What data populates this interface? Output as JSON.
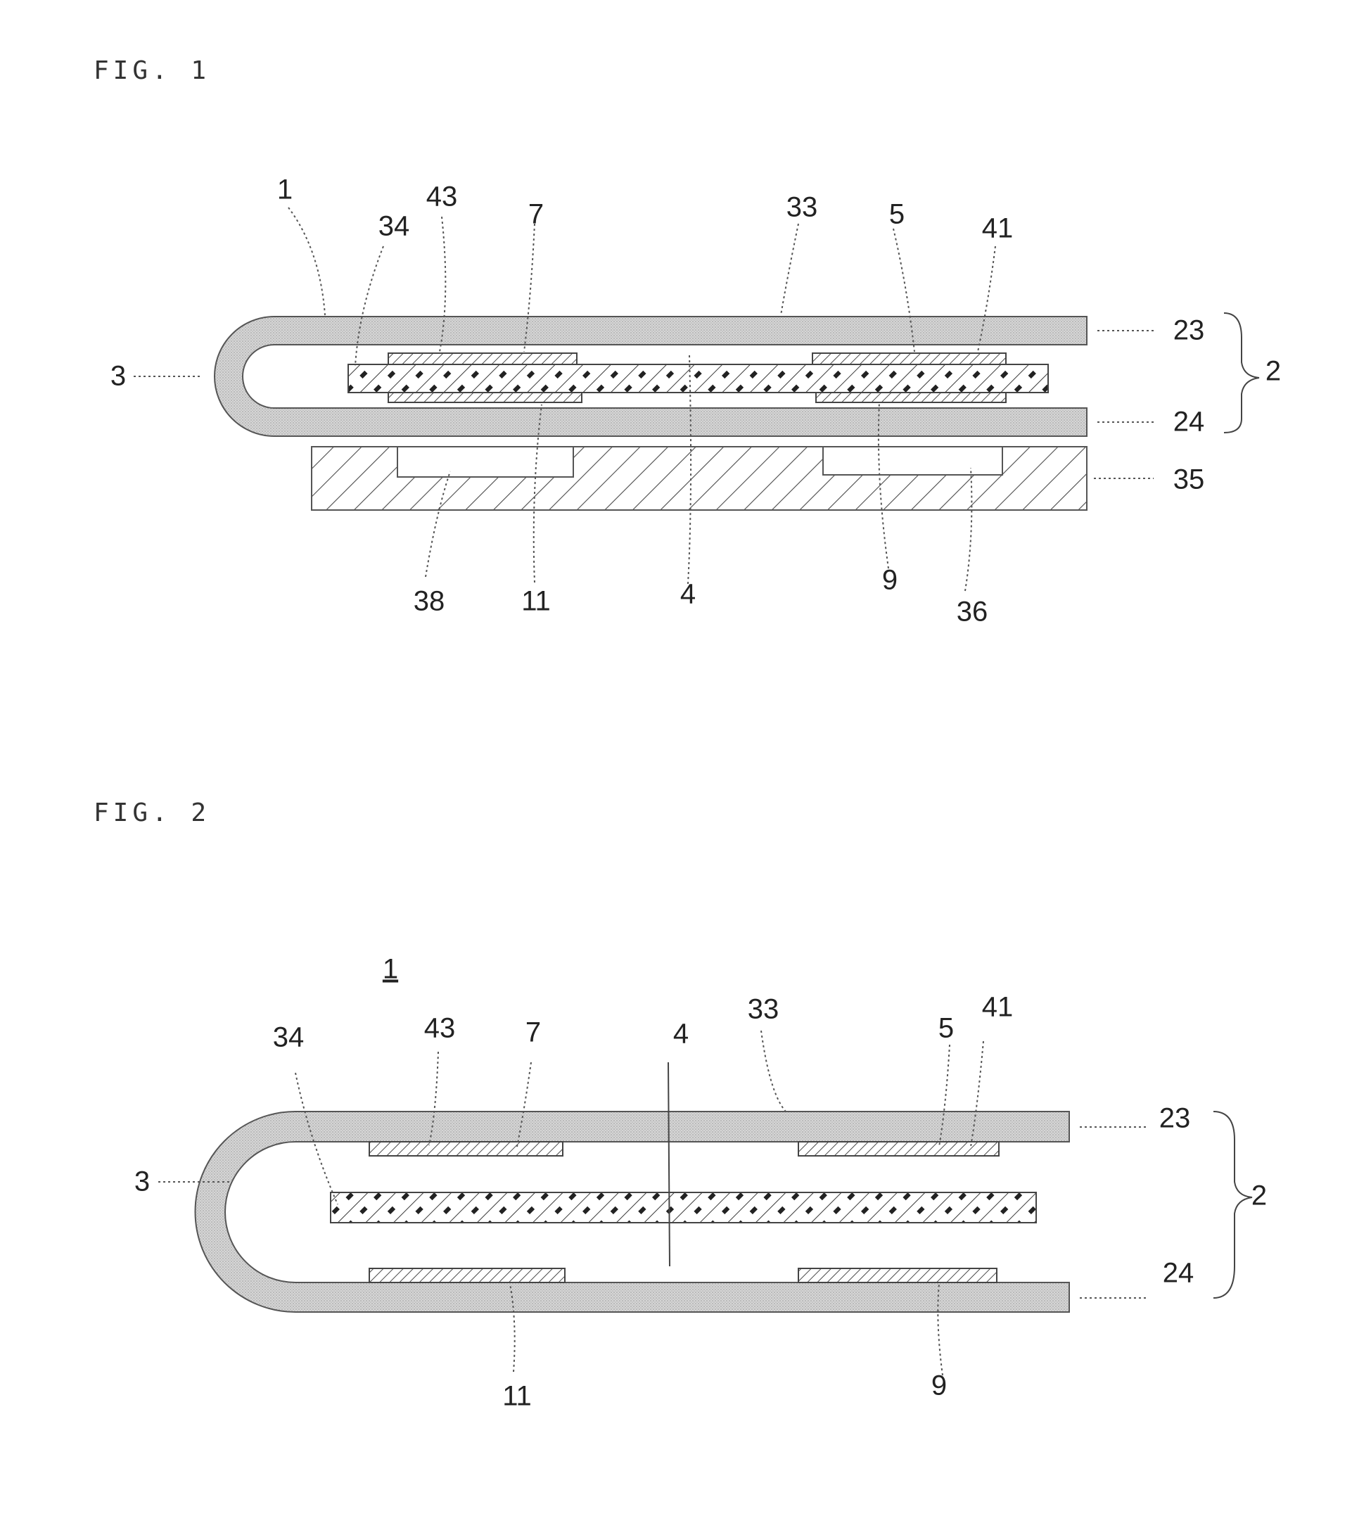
{
  "figures": [
    {
      "title": "FIG. 1",
      "labels": {
        "l1": "1",
        "l34": "34",
        "l43": "43",
        "l7": "7",
        "l33": "33",
        "l5": "5",
        "l41": "41",
        "l23": "23",
        "l2": "2",
        "l3": "3",
        "l24": "24",
        "l35": "35",
        "l38": "38",
        "l11": "11",
        "l4": "4",
        "l9": "9",
        "l36": "36"
      }
    },
    {
      "title": "FIG. 2",
      "ref": "1",
      "labels": {
        "l34": "34",
        "l43": "43",
        "l7": "7",
        "l4": "4",
        "l33": "33",
        "l5": "5",
        "l41": "41",
        "l23": "23",
        "l2": "2",
        "l3": "3",
        "l24": "24",
        "l11": "11",
        "l9": "9"
      }
    }
  ],
  "colors": {
    "film": "#cfcfcf",
    "outline": "#555555",
    "hatch": "#444444",
    "block": "#5a5a5a"
  }
}
